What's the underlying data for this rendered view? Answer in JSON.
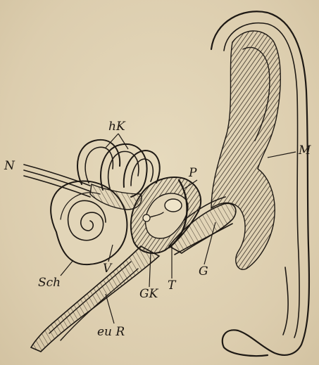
{
  "figure": {
    "labels": {
      "hk": "hK",
      "n": "N",
      "p": "P",
      "m": "M",
      "sch": "Sch",
      "v": "V",
      "gk": "GK",
      "t": "T",
      "g": "G",
      "eur": "eu R"
    },
    "colors": {
      "paper": "#dfd2b6",
      "ink": "#1e1914",
      "shade": "#6a5d4c"
    }
  }
}
